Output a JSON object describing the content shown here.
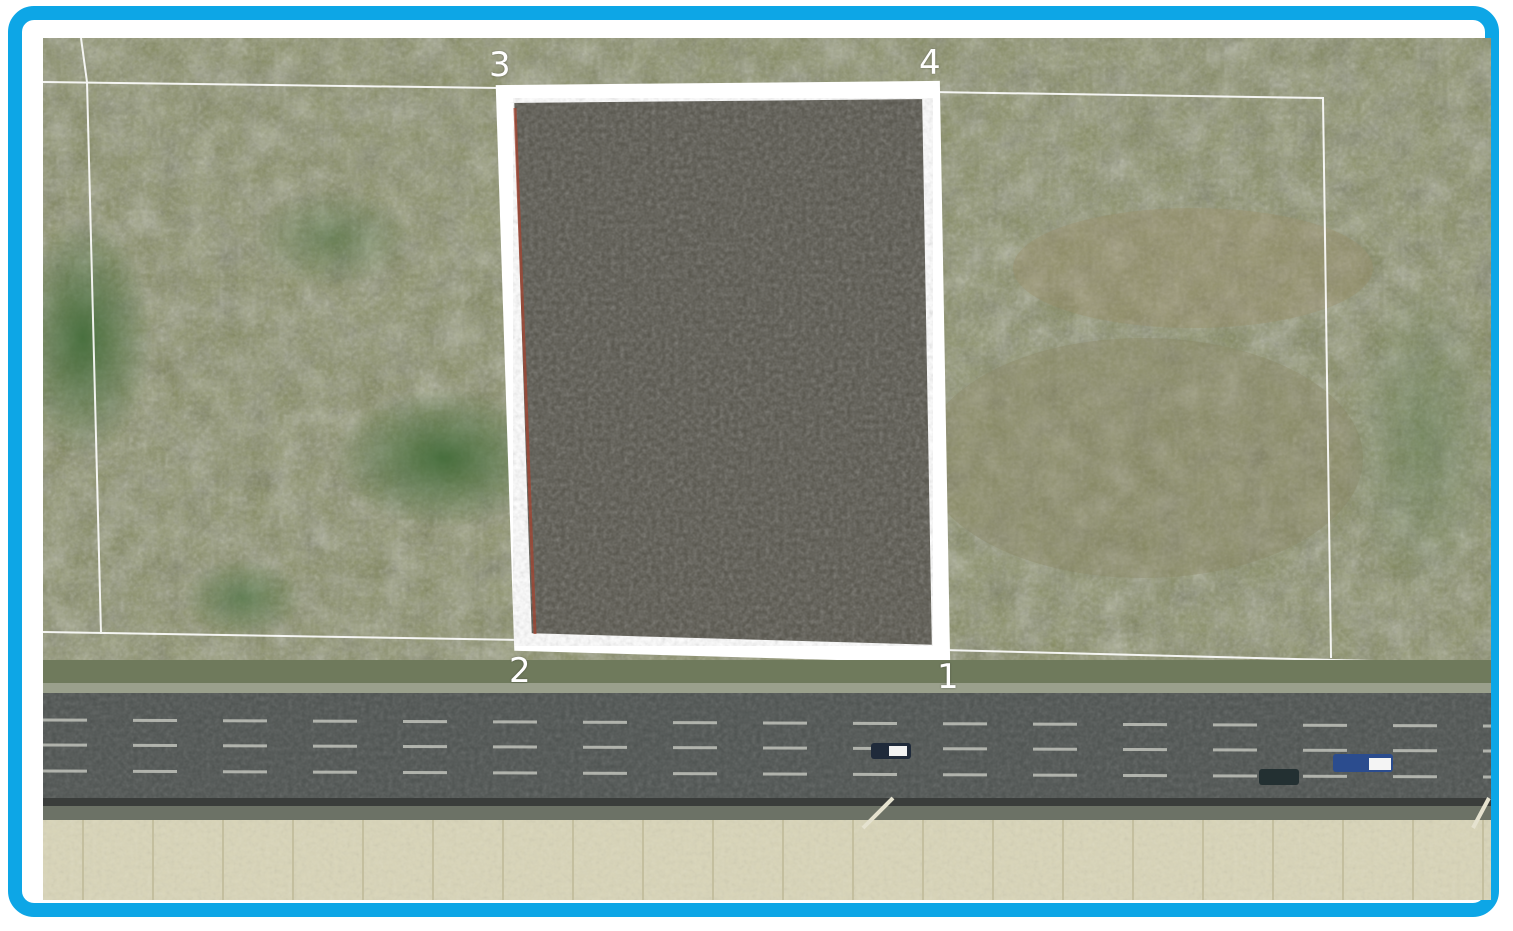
{
  "map": {
    "style": "satellite",
    "colors": {
      "frame": "#0da6e6",
      "grass": "#7e8a5a",
      "highlighted_plot": "#55534a",
      "outline": "#ffffff",
      "road": "#4d5250",
      "sidewalk": "#d9d5b8"
    },
    "plot_corners": [
      {
        "id": "corner-1",
        "label": "1"
      },
      {
        "id": "corner-2",
        "label": "2"
      },
      {
        "id": "corner-3",
        "label": "3"
      },
      {
        "id": "corner-4",
        "label": "4"
      }
    ]
  }
}
